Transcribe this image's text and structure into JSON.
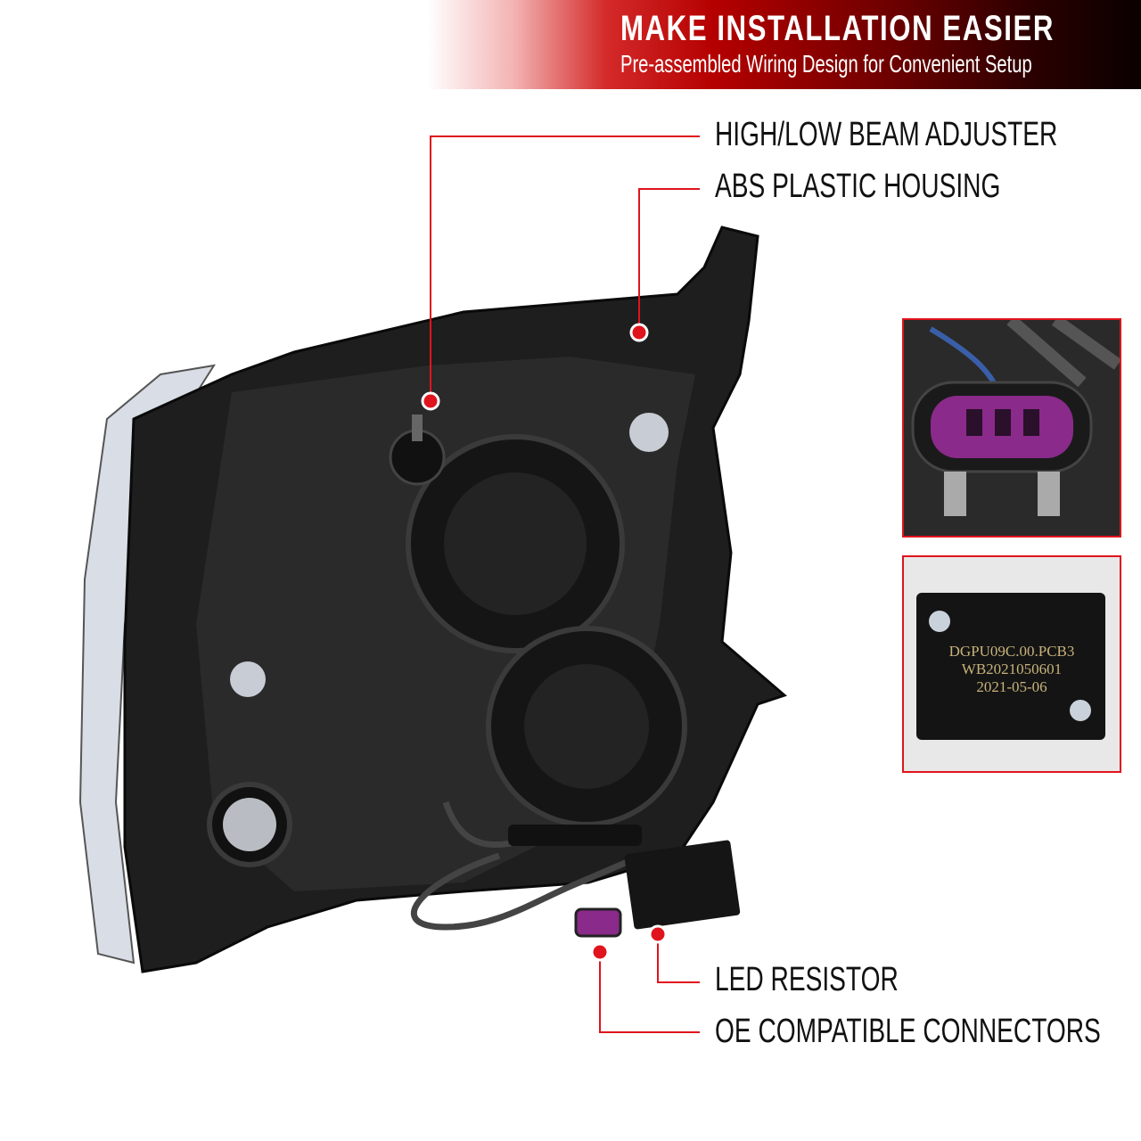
{
  "banner": {
    "title": "MAKE INSTALLATION EASIER",
    "subtitle": "Pre-assembled Wiring Design for Convenient Setup"
  },
  "callouts": [
    {
      "label": "HIGH/LOW BEAM ADJUSTER"
    },
    {
      "label": "ABS PLASTIC HOUSING"
    },
    {
      "label": "LED RESISTOR"
    },
    {
      "label": "OE COMPATIBLE CONNECTORS"
    }
  ],
  "resistor_inset": {
    "line1": "DGPU09C.00.PCB3",
    "line2": "WB2021050601",
    "line3": "2021-05-06"
  },
  "colors": {
    "accent": "#e0141c",
    "housing": "#1e1e1e",
    "connector": "#8a2a8a",
    "print": "#c8b27a"
  }
}
